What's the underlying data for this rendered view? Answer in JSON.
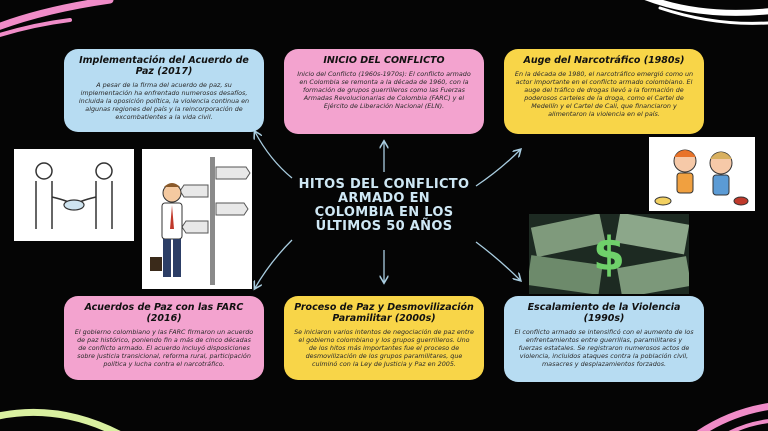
{
  "center": {
    "title": "HITOS DEL CONFLICTO ARMADO EN COLOMBIA EN LOS ÚLTIMOS 50 AÑOS"
  },
  "cards": {
    "peace_2017": {
      "title": "Implementación del Acuerdo de Paz (2017)",
      "text": "A pesar de la firma del acuerdo de paz, su implementación ha enfrentado numerosos desafíos, incluida la oposición política, la violencia continua en algunas regiones del país y la reincorporación de excombatientes a la vida civil."
    },
    "start": {
      "title": "INICIO DEL CONFLICTO",
      "text": "Inicio del Conflicto (1960s-1970s): El conflicto armado en Colombia se remonta a la década de 1960, con la formación de grupos guerrilleros como las Fuerzas Armadas Revolucionarias de Colombia (FARC) y el Ejército de Liberación Nacional (ELN)."
    },
    "narco": {
      "title": "Auge del Narcotráfico (1980s)",
      "text": "En la década de 1980, el narcotráfico emergió como un actor importante en el conflicto armado colombiano. El auge del tráfico de drogas llevó a la formación de poderosos carteles de la droga, como el Cartel de Medellín y el Cartel de Cali, que financiaron y alimentaron la violencia en el país."
    },
    "farc_2016": {
      "title": "Acuerdos de Paz con las FARC (2016)",
      "text": "El gobierno colombiano y las FARC firmaron un acuerdo de paz histórico, poniendo fin a más de cinco décadas de conflicto armado. El acuerdo incluyó disposiciones sobre justicia transicional, reforma rural, participación política y lucha contra el narcotráfico."
    },
    "paramilitary": {
      "title": "Proceso de Paz y Desmovilización Paramilitar (2000s)",
      "text": "Se iniciaron varios intentos de negociación de paz entre el gobierno colombiano y los grupos guerrilleros. Uno de los hitos más importantes fue el proceso de desmovilización de los grupos paramilitares, que culminó con la Ley de Justicia y Paz en 2005."
    },
    "violence": {
      "title": "Escalamiento de la Violencia (1990s)",
      "text": "El conflicto armado se intensificó con el aumento de los enfrentamientos entre guerrillas, paramilitares y fuerzas estatales. Se registraron numerosos actos de violencia, incluidos ataques contra la población civil, masacres y desplazamientos forzados."
    }
  },
  "colors": {
    "background": "#050505",
    "blue": "#b7dcf2",
    "pink": "#f3a3cf",
    "yellow": "#f8d548",
    "connector": "#a9cde0",
    "title": "#cfe8f5"
  }
}
